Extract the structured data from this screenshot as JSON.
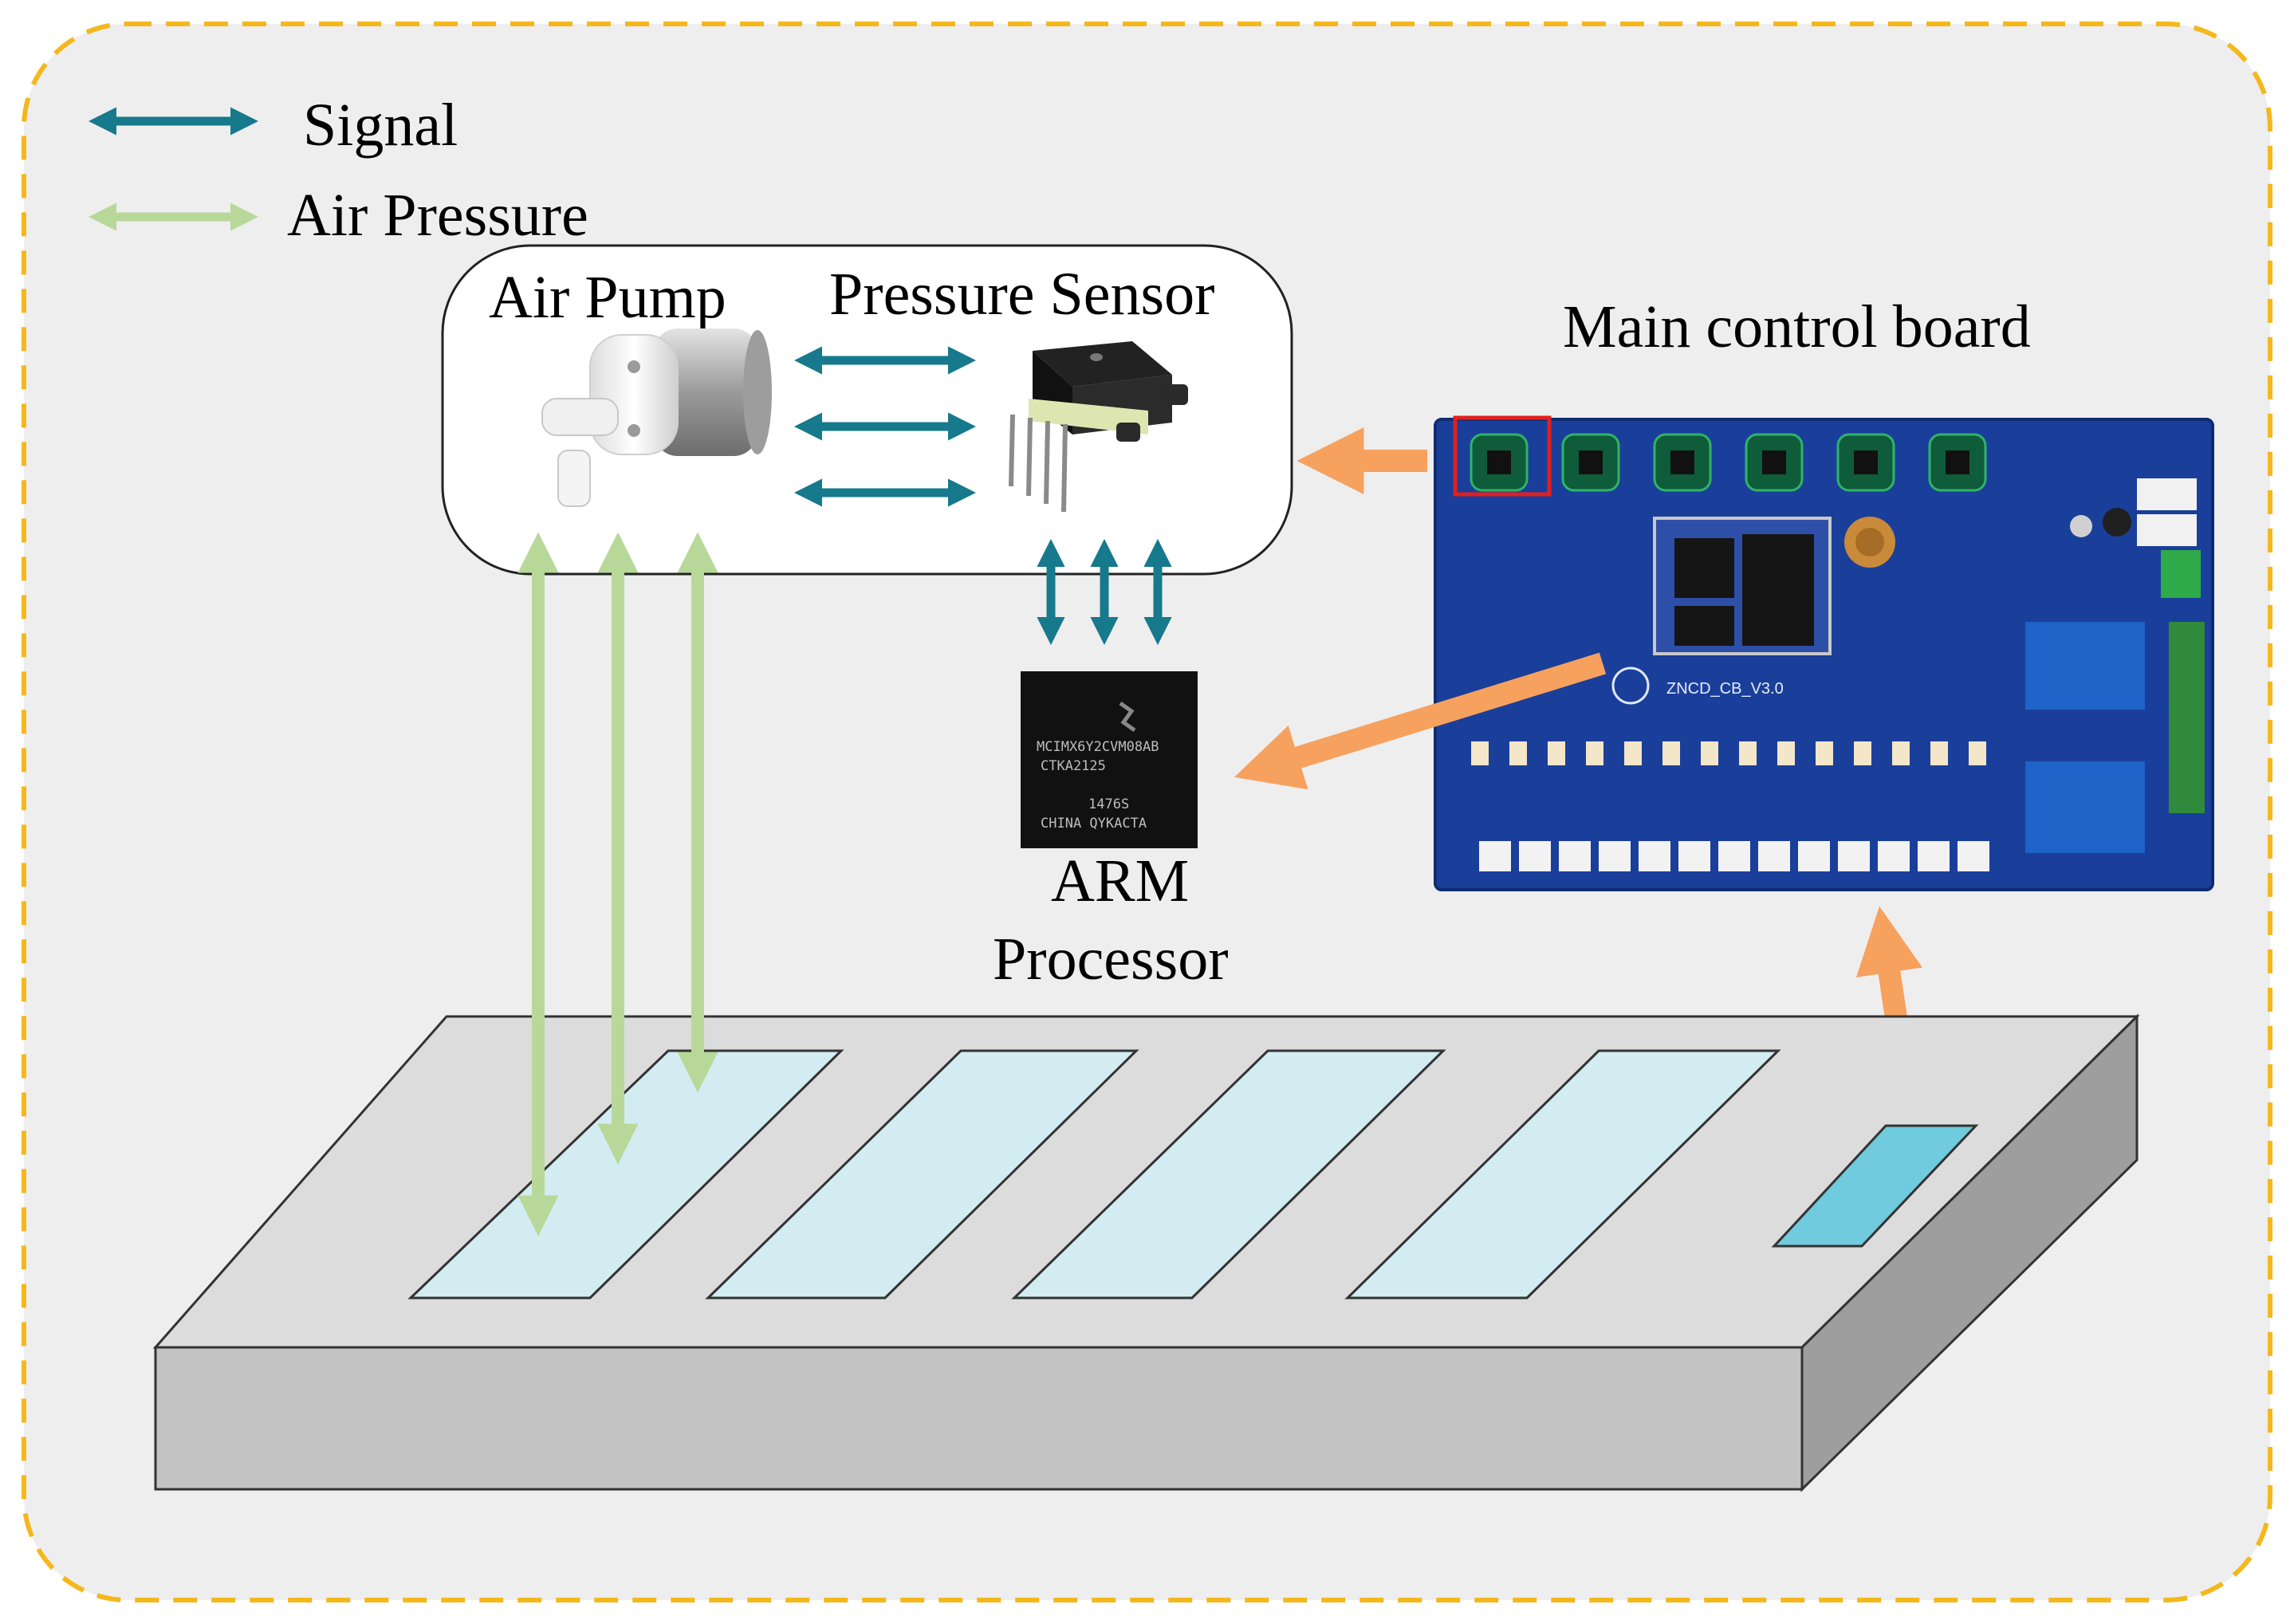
{
  "legend": {
    "signal_label": "Signal",
    "air_label": "Air Pressure"
  },
  "labels": {
    "air_pump": "Air Pump",
    "pressure_sensor": "Pressure Sensor",
    "main_board": "Main control board",
    "arm_line1": "ARM",
    "arm_line2": "Processor"
  },
  "chip": {
    "line1": "MCIMX6Y2CVM08AB",
    "line2": "CTKA2125",
    "line3": "1476S",
    "line4": "CHINA QYKACTA"
  },
  "board": {
    "silk": "ZNCD_CB_V3.0"
  },
  "colors": {
    "signal": "#16798c",
    "air": "#b8d89a",
    "control": "#f7a15e",
    "frame": "#f4b81c",
    "background": "#eeeeee",
    "pad": "#d3ecf2",
    "sensor_pad": "#6fcbdd",
    "pcb": "#1a3f9a"
  }
}
